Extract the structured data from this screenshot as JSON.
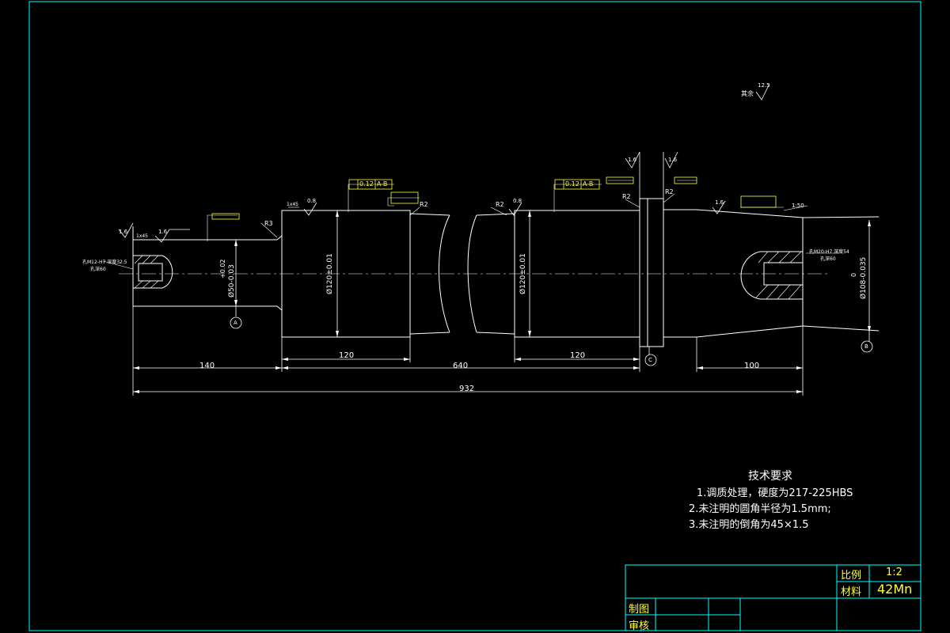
{
  "drawing": {
    "overall_roughness": "其余",
    "overall_roughness_value": "12.5",
    "datum_a": "A",
    "datum_b": "B",
    "datum_c": "C",
    "dims": {
      "d140": "140",
      "d120a": "120",
      "d640": "640",
      "d120b": "120",
      "d100": "100",
      "d932": "932",
      "left_dia": "Ø50-0.03",
      "left_dia_tol": "+0.02",
      "mid_dia_a": "Ø120±0.01",
      "mid_dia_b": "Ø120±0.01",
      "right_dia": "Ø108-0.035",
      "right_dia_tol": "0",
      "taper": "1:50",
      "chamfer_left": "1x45",
      "chamfer_mid": "1x45"
    },
    "roughness": {
      "r16_left": "1.6",
      "r08_a": "0.8",
      "r08_b": "0.8",
      "r16_flange_l": "1.6",
      "r16_flange_r": "1.6",
      "r16_right": "1.6",
      "r16_left_end": "1.6"
    },
    "fillets": {
      "f_left": "R3",
      "f_a": "R2",
      "f_b": "R2",
      "f_c": "R2",
      "f_d": "R2"
    },
    "tolerance_frames": {
      "frame_a_tol": "0.12",
      "frame_a_datum": "A-B",
      "frame_b_tol": "0.12",
      "frame_b_datum": "A-B"
    },
    "holes": {
      "left_hole": "孔M12-H7 深度32.5",
      "left_hole_2": "孔深60",
      "right_hole": "孔M20-H7 深度54",
      "right_hole_2": "孔深60"
    }
  },
  "requirements": {
    "title": "技术要求",
    "items": [
      "1.调质处理，硬度为217-225HBS",
      "2.未注明的圆角半径为1.5mm;",
      "3.未注明的倒角为45×1.5"
    ]
  },
  "title_block": {
    "scale_label": "比例",
    "scale_value": "1:2",
    "material_label": "材料",
    "material_value": "42Mn",
    "drawn_label": "制图",
    "checked_label": "审核"
  },
  "colors": {
    "frame": "#00ffff",
    "lines": "#ffffff",
    "dims": "#ffff33",
    "background": "#000000"
  }
}
